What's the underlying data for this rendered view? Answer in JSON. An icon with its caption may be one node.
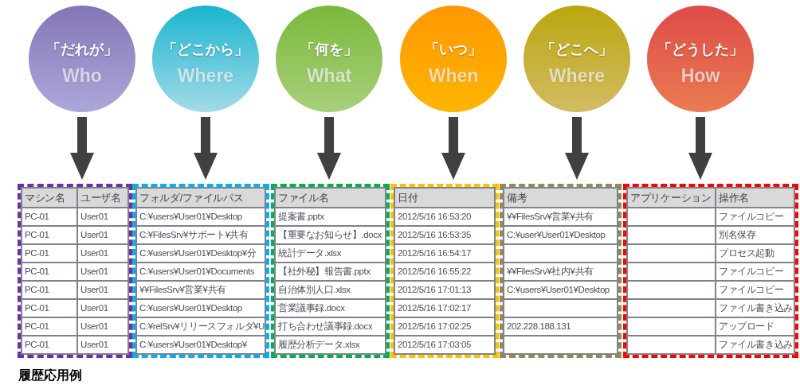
{
  "diagram": {
    "caption": "履歴応用例",
    "nodes": [
      {
        "text": [
          "「だれが」",
          "Who"
        ]
      },
      {
        "text": [
          "「どこから」",
          "Where"
        ]
      },
      {
        "text": [
          "「何を」",
          "What"
        ]
      },
      {
        "text": [
          "「いつ」",
          "When"
        ]
      },
      {
        "text": [
          "「どこへ」",
          "Where"
        ]
      },
      {
        "text": [
          "「どうした」",
          "How"
        ]
      },
      {
        "text": [
          "マシン名",
          "ユーザ名",
          "PC-01",
          "User01",
          "PC-01",
          "User01",
          "PC-01",
          "User01",
          "PC-01",
          "User01",
          "PC-01",
          "User01",
          "PC-01",
          "User01",
          "PC-01",
          "User01",
          "PC-01",
          "User01"
        ]
      },
      {
        "text": [
          "フォルダ/ファイルパス",
          "C:¥users¥User01¥Desktop",
          "C:¥FilesSrv¥サポート¥共有",
          "C:¥users¥User01¥Desktop¥分",
          "C:¥users¥User01¥Documents",
          "¥¥FilesSrv¥営業¥共有",
          "C:¥users¥User01¥Desktop",
          "C:¥relSrv¥リリースフォルダ¥U",
          "C:¥users¥User01¥Desktop¥"
        ]
      },
      {
        "text": [
          "ファイル名",
          "提案書.pptx",
          "【重要なお知らせ】.docx",
          "統計データ.xlsx",
          "【社外秘】報告書.pptx",
          "自治体別人口.xlsx",
          "営業議事録.docx",
          "打ち合わせ議事録.docx",
          "履歴分析データ.xlsx"
        ]
      },
      {
        "text": [
          "日付",
          "2012/5/16 16:53:20",
          "2012/5/16 16:53:35",
          "2012/5/16 16:54:17",
          "2012/5/16 16:55:22",
          "2012/5/16 17:01:13",
          "2012/5/16 17:02:17",
          "2012/5/16 17:02:25",
          "2012/5/16 17:03:05"
        ]
      },
      {
        "text": [
          "備考",
          "¥¥FilesSrv¥営業¥共有",
          "C:¥user¥User01¥Desktop",
          "¥¥FilesSrv¥社内¥共有",
          "C:¥users¥User01¥Desktop",
          "202.228.188.131"
        ]
      },
      {
        "text": [
          "アプリケーション",
          "操作名",
          "ファイルコピー",
          "別名保存",
          "プロセス起動",
          "ファイルコピー",
          "ファイルコピー",
          "ファイル書き込み",
          "アップロード",
          "ファイル書き込み"
        ]
      }
    ],
    "edges": [
      {
        "from": 0,
        "to": 6,
        "arrow": "to"
      },
      {
        "from": 1,
        "to": 7,
        "arrow": "to"
      },
      {
        "from": 2,
        "to": 8,
        "arrow": "to"
      },
      {
        "from": 3,
        "to": 9,
        "arrow": "to"
      },
      {
        "from": 4,
        "to": 10,
        "arrow": "to"
      },
      {
        "from": 5,
        "to": 11,
        "arrow": "to"
      }
    ]
  }
}
